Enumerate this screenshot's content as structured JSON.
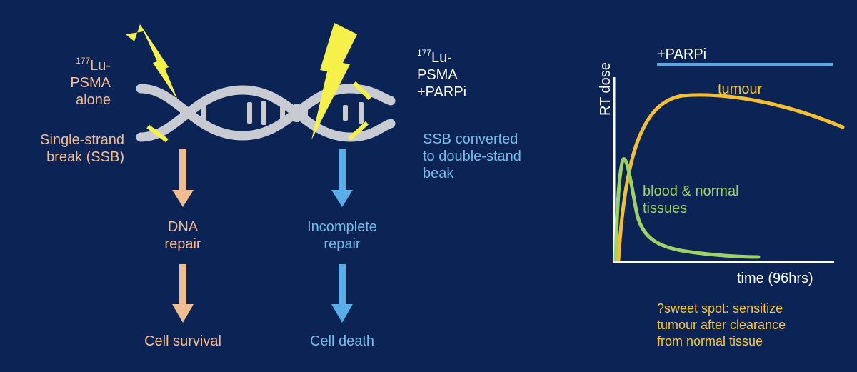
{
  "left_group": {
    "isotope_sup": "177",
    "isotope_rest": "Lu-",
    "line2": "PSMA",
    "line3": "alone",
    "break_line1": "Single-strand",
    "break_line2": "break (SSB)",
    "repair_line1": "DNA",
    "repair_line2": "repair",
    "outcome": "Cell survival"
  },
  "right_group": {
    "isotope_sup": "177",
    "isotope_rest": "Lu-",
    "line2": "PSMA",
    "line3": "+PARPi",
    "convert_line1": "SSB converted",
    "convert_line2": "to double-stand",
    "convert_line3": "beak",
    "repair_line1": "Incomplete",
    "repair_line2": "repair",
    "outcome": "Cell death"
  },
  "colors": {
    "background": "#0b2355",
    "orange": "#f2bc91",
    "blue": "#73bce8",
    "dna": "#c9cbd3",
    "lightning": "#f5f04a",
    "tumour_curve": "#f5bf33",
    "normal_curve": "#9fd167",
    "parpi_bar": "#5aa8e6"
  },
  "chart_data": {
    "type": "line",
    "ylabel": "RT dose",
    "xlabel": "time (96hrs)",
    "bar_label": "+PARPi",
    "series": [
      {
        "name": "tumour"
      },
      {
        "name": "blood & normal tissues"
      }
    ],
    "note_lines": [
      "?sweet spot: sensitize",
      "tumour after clearance",
      "from normal tissue"
    ]
  }
}
